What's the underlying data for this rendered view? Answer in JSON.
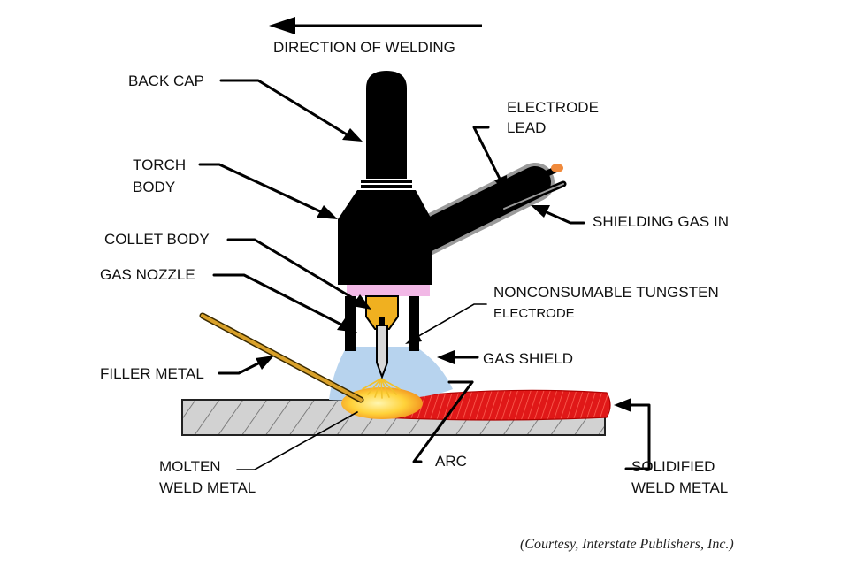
{
  "labels": {
    "direction": "DIRECTION OF WELDING",
    "back_cap": "BACK CAP",
    "torch_body_1": "TORCH",
    "torch_body_2": "BODY",
    "electrode_lead_1": "ELECTRODE",
    "electrode_lead_2": "LEAD",
    "shielding_gas_in": "SHIELDING GAS IN",
    "collet_body": "COLLET BODY",
    "gas_nozzle": "GAS NOZZLE",
    "tungsten_1": "NONCONSUMABLE TUNGSTEN",
    "tungsten_2": "ELECTRODE",
    "gas_shield": "GAS SHIELD",
    "filler_metal": "FILLER METAL",
    "molten_1": "MOLTEN",
    "molten_2": "WELD METAL",
    "arc": "ARC",
    "solidified_1": "SOLIDIFIED",
    "solidified_2": "WELD METAL"
  },
  "credit": "(Courtesy, Interstate Publishers, Inc.)",
  "colors": {
    "torch": "#000000",
    "collet_body": "#f2b8e6",
    "collet": "#f0b020",
    "gas_shield": "#b7d3ee",
    "weld_bead": "#e01818",
    "molten_pool": "#ffd23a",
    "workpiece": "#cfcfcf",
    "filler_rod": "#d9a12a",
    "lead_tip": "#f08a3c"
  }
}
